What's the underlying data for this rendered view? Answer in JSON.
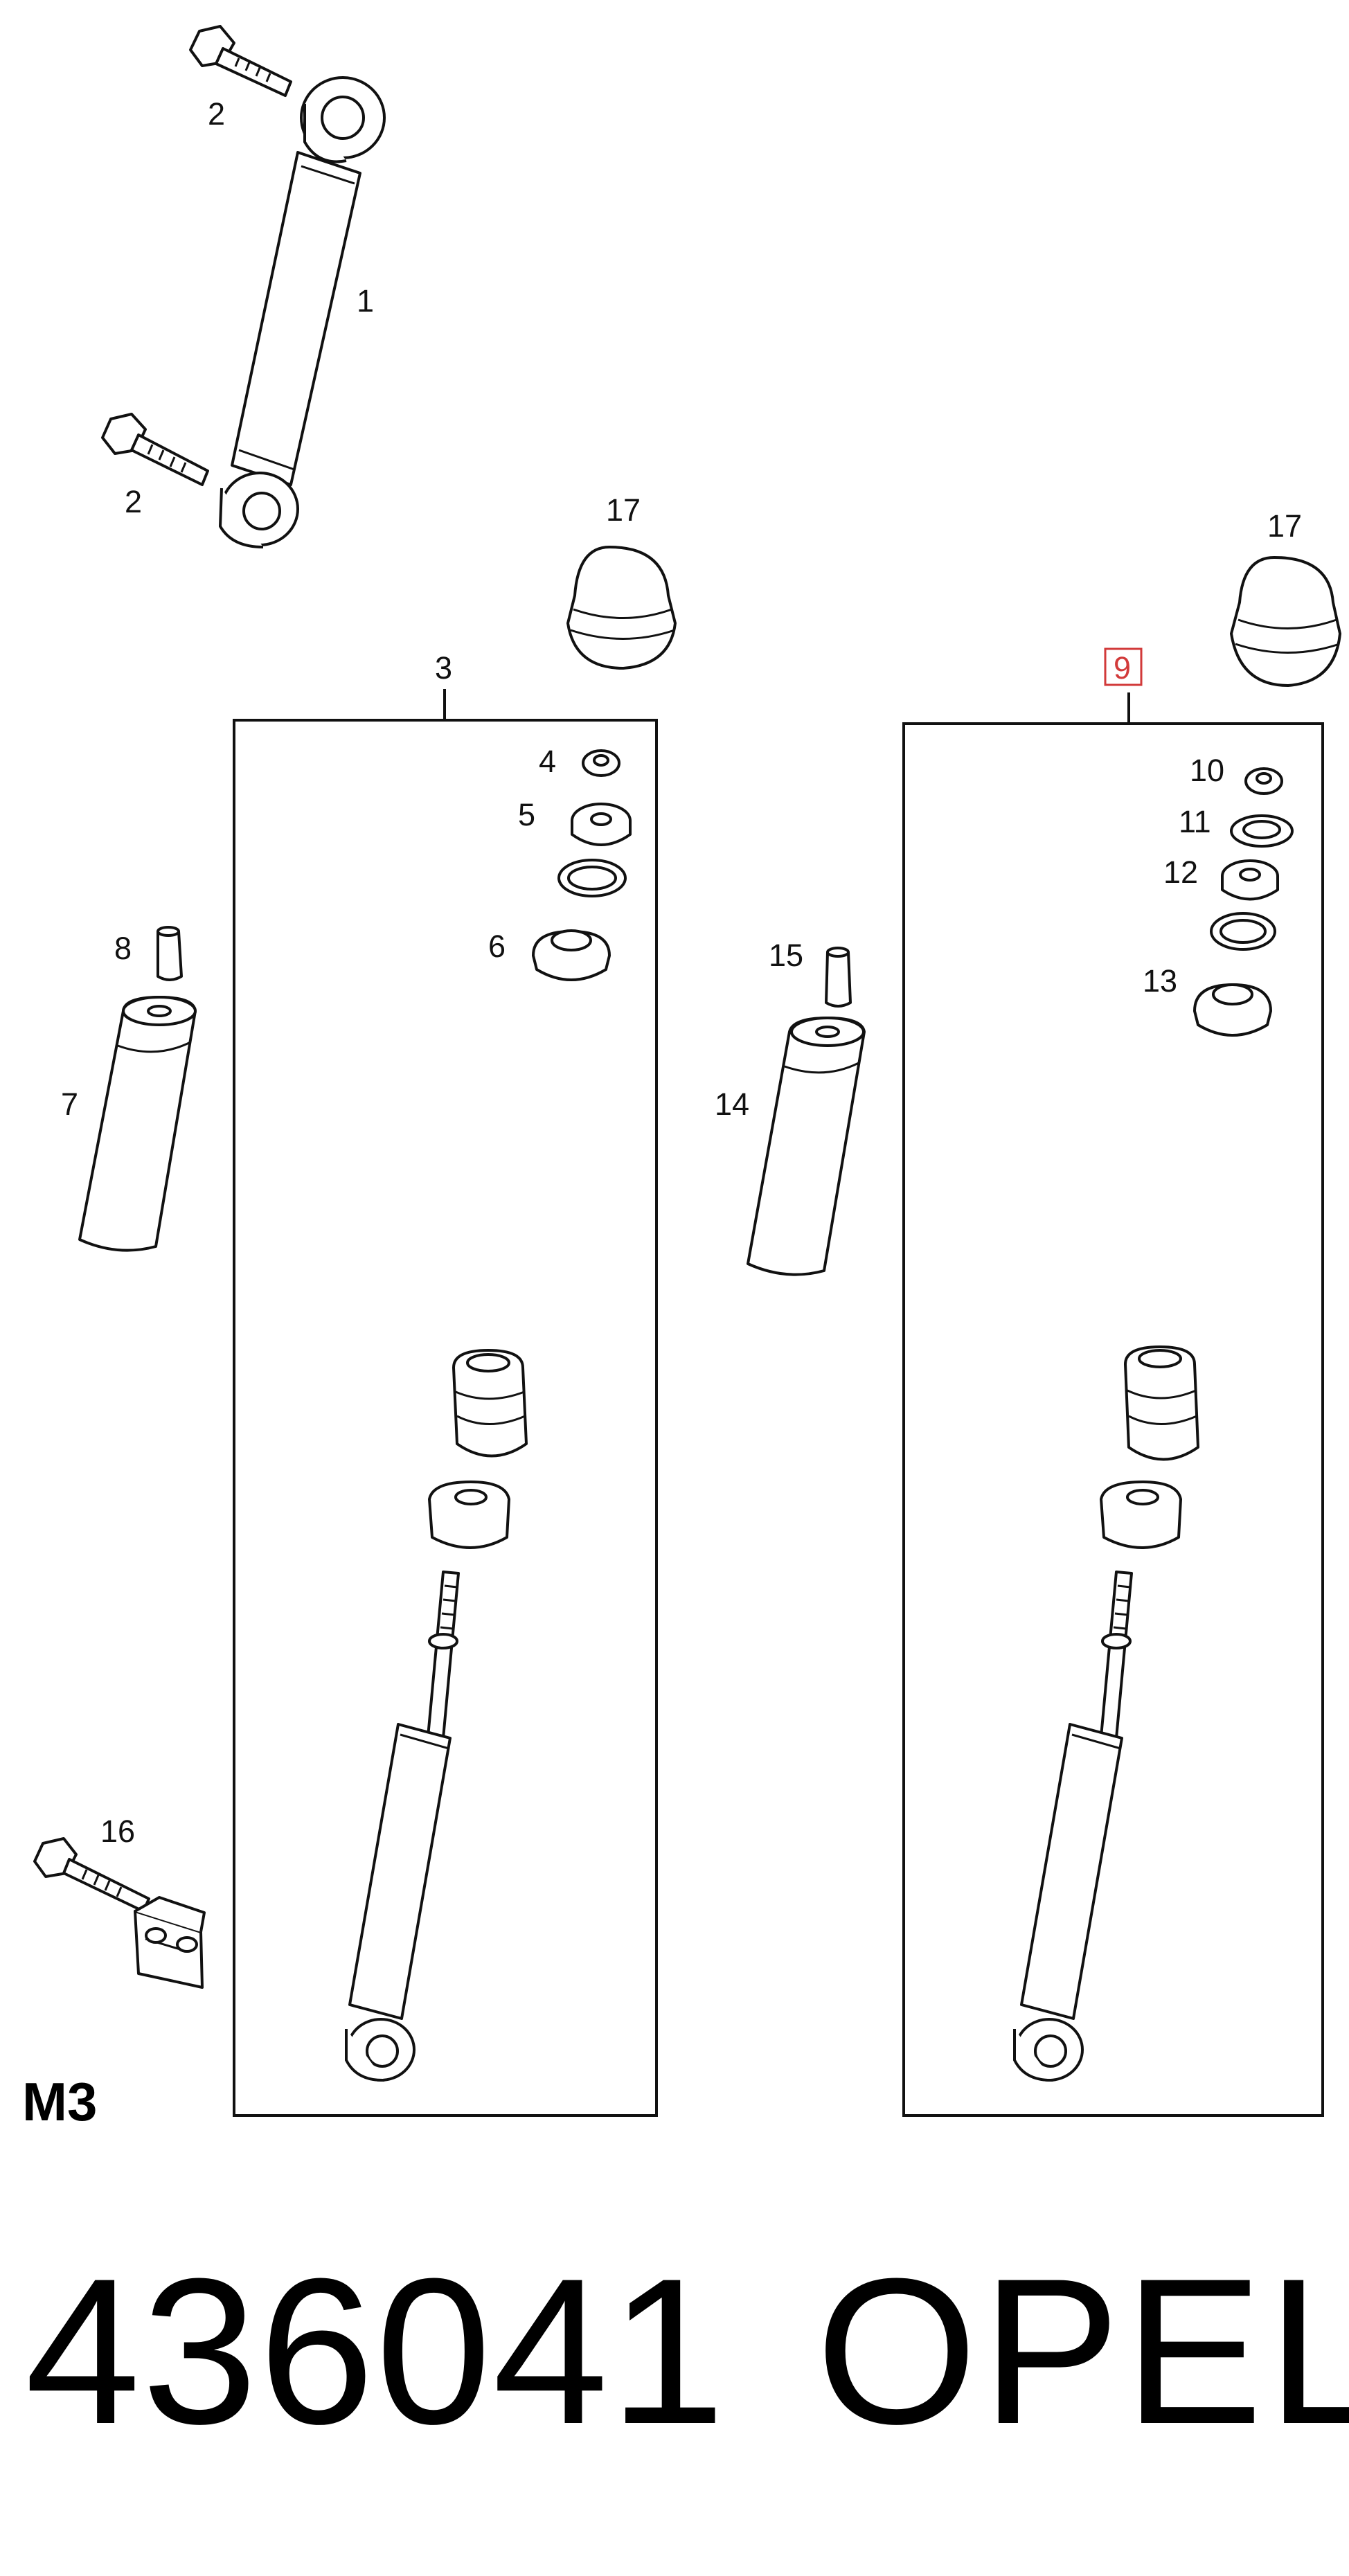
{
  "callouts": {
    "c1": "1",
    "c2a": "2",
    "c2b": "2",
    "c3": "3",
    "c4": "4",
    "c5": "5",
    "c6": "6",
    "c7": "7",
    "c8": "8",
    "c9": "9",
    "c10": "10",
    "c11": "11",
    "c12": "12",
    "c13": "13",
    "c14": "14",
    "c15": "15",
    "c16": "16",
    "c17a": "17",
    "c17b": "17"
  },
  "group_label": "M3",
  "part_number": "436041",
  "brand": "OPEL",
  "colors": {
    "ink": "#111111",
    "highlight": "#d23a3a",
    "background": "#ffffff"
  }
}
